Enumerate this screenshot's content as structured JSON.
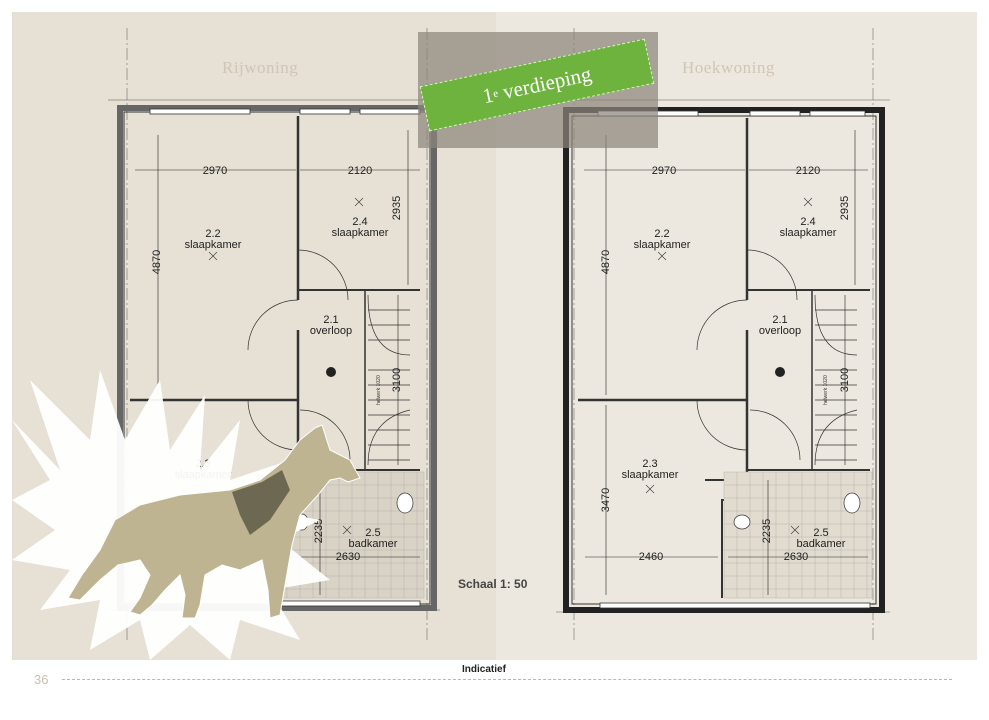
{
  "floor_label_main": "1",
  "floor_label_sup": "e",
  "floor_label_word": "verdieping",
  "left_plan": {
    "title": "Rijwoning",
    "rooms": [
      {
        "num": "2.2",
        "name": "slaapkamer"
      },
      {
        "num": "2.4",
        "name": "slaapkamer"
      },
      {
        "num": "2.1",
        "name": "overloop"
      },
      {
        "num": "2.3",
        "name": "slaapkamer"
      },
      {
        "num": "2.5",
        "name": "badkamer"
      }
    ],
    "dims": {
      "d2970": "2970",
      "d2120": "2120",
      "d2935": "2935",
      "d4870": "4870",
      "d3100": "3100",
      "d2235": "2235",
      "d2630": "2630"
    }
  },
  "right_plan": {
    "title": "Hoekwoning",
    "rooms": [
      {
        "num": "2.2",
        "name": "slaapkamer"
      },
      {
        "num": "2.4",
        "name": "slaapkamer"
      },
      {
        "num": "2.1",
        "name": "overloop"
      },
      {
        "num": "2.3",
        "name": "slaapkamer"
      },
      {
        "num": "2.5",
        "name": "badkamer"
      }
    ],
    "dims": {
      "d2970": "2970",
      "d2120": "2120",
      "d2935": "2935",
      "d4870": "4870",
      "d3100": "3100",
      "d3470": "3470",
      "d2460": "2460",
      "d2235": "2235",
      "d2630": "2630"
    }
  },
  "stair_note": "helwerk 1020",
  "scale_text": "Schaal 1: 50",
  "indicatief": "Indicatief",
  "page_number": "36",
  "colors": {
    "ribbon": "#6fb33f",
    "background_left": "#e6e0d5",
    "background_right": "#ede8df",
    "dog": "#bfb491"
  }
}
